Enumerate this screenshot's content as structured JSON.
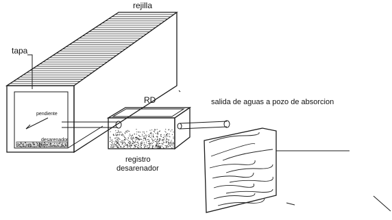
{
  "labels": {
    "rejilla": "rejilla",
    "tapa": "tapa",
    "rd": "RD",
    "salida": "salida de aguas a pozo de absorcion",
    "pendiente": "pendiente",
    "desarenador": "desarenador",
    "registro_line1": "registro",
    "registro_line2": "desarenador"
  }
}
